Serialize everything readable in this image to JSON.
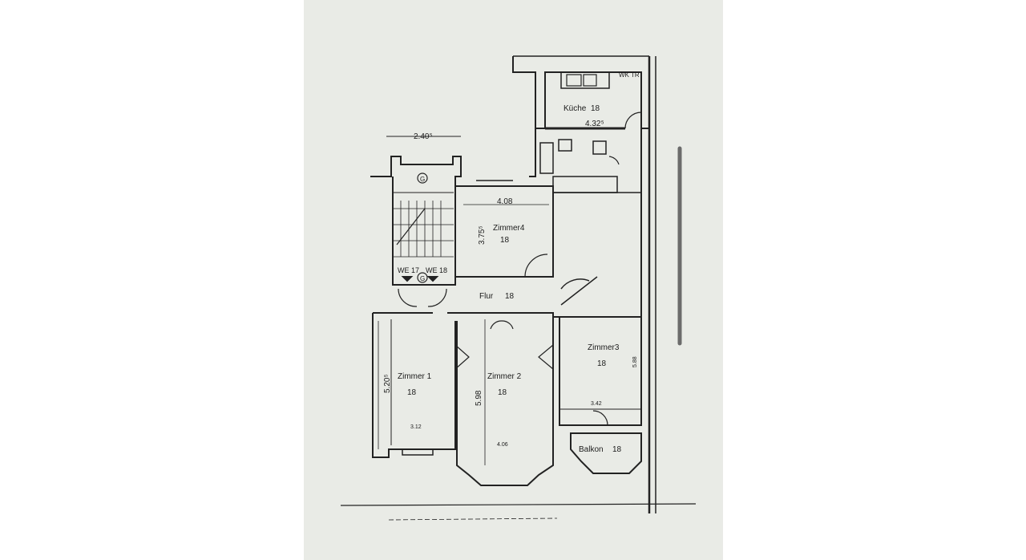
{
  "rooms": {
    "kueche": {
      "name": "Küche",
      "unit": "18",
      "dimension": "4.32⁵"
    },
    "zimmer4": {
      "name": "Zimmer4",
      "unit": "18",
      "width": "4.08",
      "depth": "3.75⁵"
    },
    "flur": {
      "name": "Flur",
      "unit": "18"
    },
    "zimmer1": {
      "name": "Zimmer 1",
      "unit": "18",
      "depth": "5.20⁵",
      "width": "3.12"
    },
    "zimmer2": {
      "name": "Zimmer 2",
      "unit": "18",
      "depth": "5.98",
      "width": "4.06"
    },
    "zimmer3": {
      "name": "Zimmer3",
      "unit": "18",
      "depth": "5.88",
      "width": "3.42"
    },
    "balkon": {
      "name": "Balkon",
      "unit": "18"
    }
  },
  "stair": {
    "width": "2.40⁵",
    "unit": "G",
    "entries": [
      "WE 17",
      "WE 18"
    ]
  },
  "kitchen_note": "WK TR"
}
